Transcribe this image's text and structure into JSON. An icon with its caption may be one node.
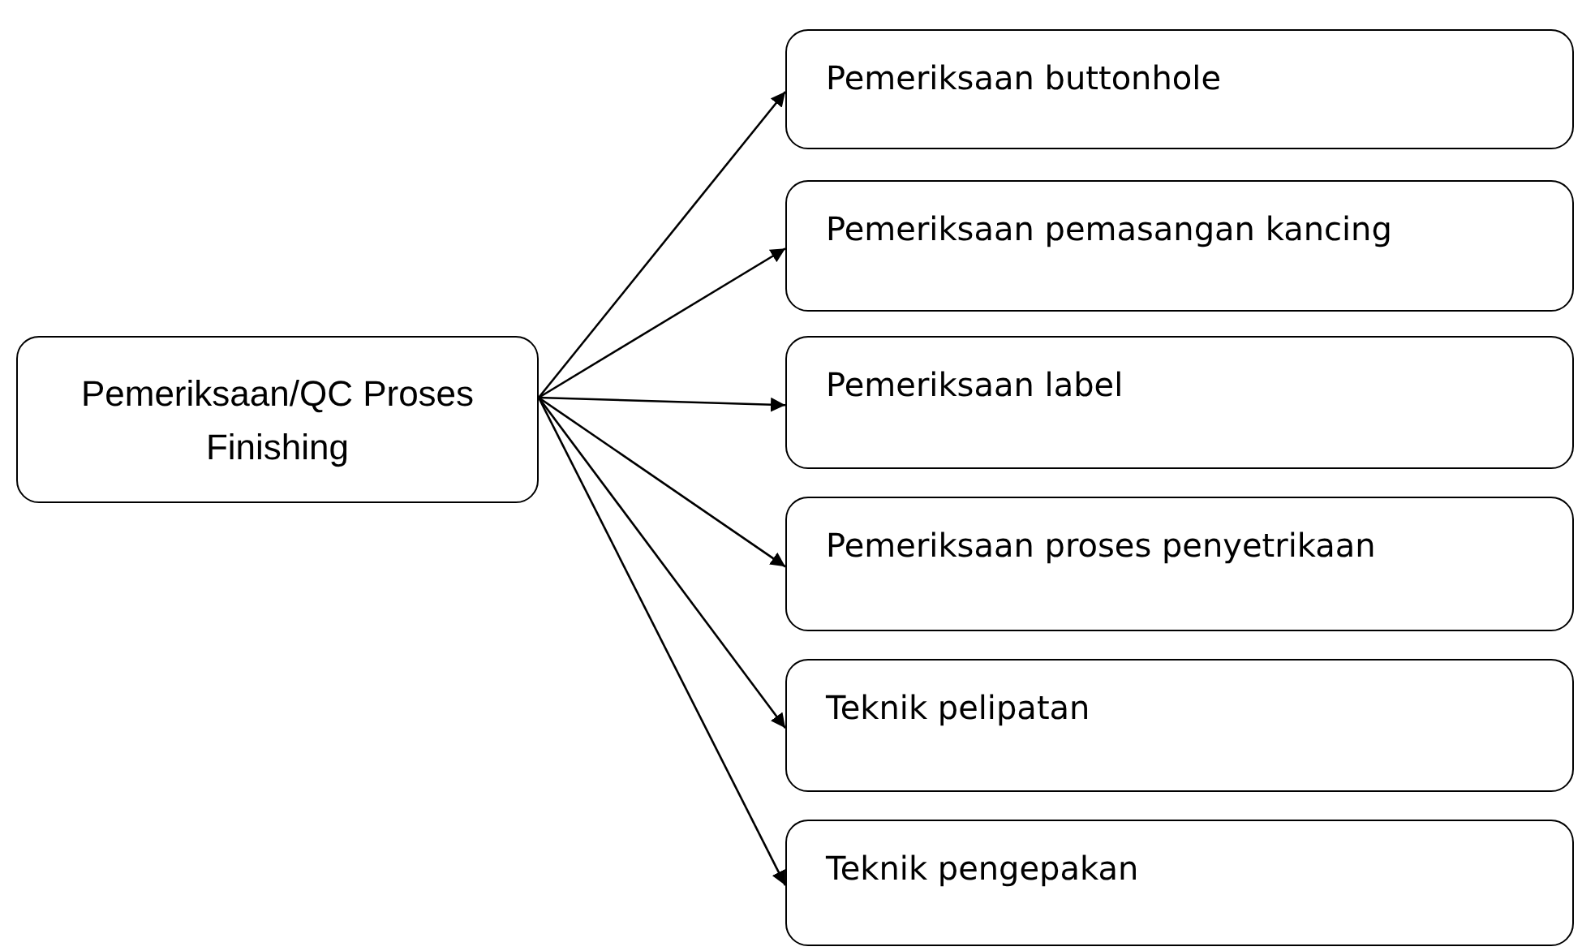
{
  "diagram": {
    "nodes": [
      {
        "text": [
          "Pemeriksaan/QC Proses Finishing"
        ]
      },
      {
        "text": [
          "Pemeriksaan buttonhole"
        ]
      },
      {
        "text": [
          "Pemeriksaan pemasangan kancing"
        ]
      },
      {
        "text": [
          "Pemeriksaan label"
        ]
      },
      {
        "text": [
          "Pemeriksaan proses penyetrikaan"
        ]
      },
      {
        "text": [
          "Teknik pelipatan"
        ]
      },
      {
        "text": [
          "Teknik pengepakan"
        ]
      }
    ],
    "edges": [
      {
        "from": 0,
        "to": 1,
        "arrow": "to"
      },
      {
        "from": 0,
        "to": 2,
        "arrow": "to"
      },
      {
        "from": 0,
        "to": 3,
        "arrow": "to"
      },
      {
        "from": 0,
        "to": 4,
        "arrow": "to"
      },
      {
        "from": 0,
        "to": 5,
        "arrow": "to"
      },
      {
        "from": 0,
        "to": 6,
        "arrow": "to"
      }
    ]
  }
}
